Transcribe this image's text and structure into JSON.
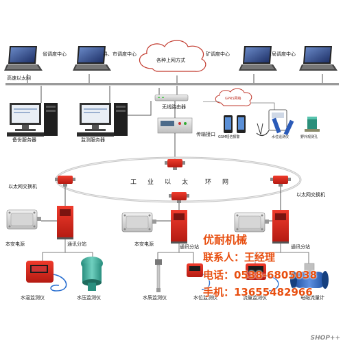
{
  "labels": {
    "provincial_center": "省调度中心",
    "county_city_center": "县、市调度中心",
    "internet_methods": "各种上网方式",
    "mine_center": "矿调度中心",
    "bureau_center": "局调度中心",
    "high_speed_ethernet": "高速以太网",
    "wireless_router": "无线路由器",
    "gprs_network": "GPRS网络",
    "gsm_alarm": "GSM短信报警",
    "water_level_monitor": "水位遥测仪",
    "field_monitor_station": "野外观测孔",
    "transmission_interface": "传输接口",
    "backup_server": "备份服务器",
    "monitor_server": "监测服务器",
    "ethernet_switch_left": "以太网交换机",
    "ethernet_switch_right": "以太网交换机",
    "ring_network": [
      "工",
      "业",
      "以",
      "太",
      "环",
      "网"
    ],
    "safe_power_left": "本安电源",
    "comm_substation_left": "通讯分站",
    "safe_power_mid": "本安电源",
    "comm_substation_mid": "通讯分站",
    "comm_substation_right": "通讯分站",
    "water_temp_monitor": "水温监测仪",
    "water_pressure_monitor": "水压监测仪",
    "water_quality_monitor": "水质监测仪",
    "water_level_monitor_2": "水位监测仪",
    "flow_monitor": "流量监测仪",
    "em_flowmeter": "电磁流量计"
  },
  "contact": {
    "company": "优耐机械",
    "person": "联系人：王经理",
    "phone": "电话：0538-6805038",
    "mobile": "手机：13655482966"
  },
  "watermark": "SHOP++",
  "colors": {
    "red_device": "#d9261c",
    "contact_orange": "#e84f10",
    "line_gray": "#555555",
    "ring_gray": "#c8c8c8"
  }
}
